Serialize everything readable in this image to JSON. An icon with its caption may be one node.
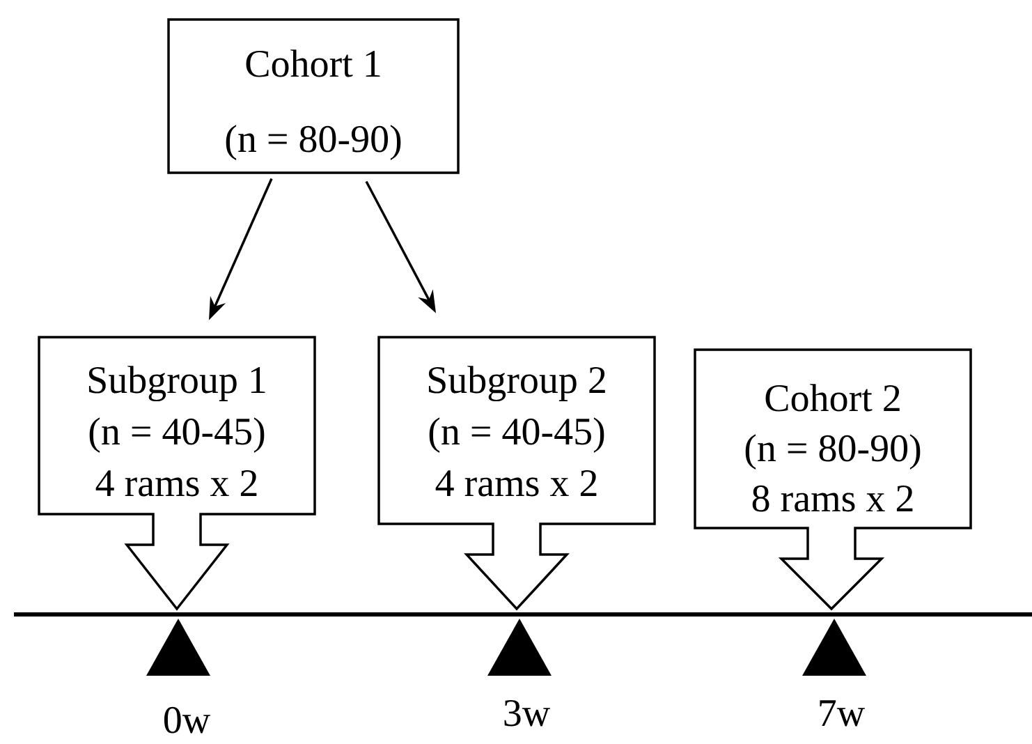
{
  "diagram": {
    "nodes": [
      {
        "text": [
          "Cohort 1",
          "(n = 80-90)"
        ]
      },
      {
        "text": [
          "Subgroup 1",
          "(n = 40-45)",
          "4 rams x 2"
        ]
      },
      {
        "text": [
          "Subgroup 2",
          "(n = 40-45)",
          "4 rams x 2"
        ]
      },
      {
        "text": [
          "Cohort 2",
          "(n = 80-90)",
          "8 rams x 2"
        ]
      }
    ],
    "edges": [
      {
        "from": 0,
        "to": 1,
        "arrow": "to"
      },
      {
        "from": 0,
        "to": 2,
        "arrow": "to"
      }
    ],
    "labels": [
      "0w",
      "3w",
      "7w"
    ]
  }
}
